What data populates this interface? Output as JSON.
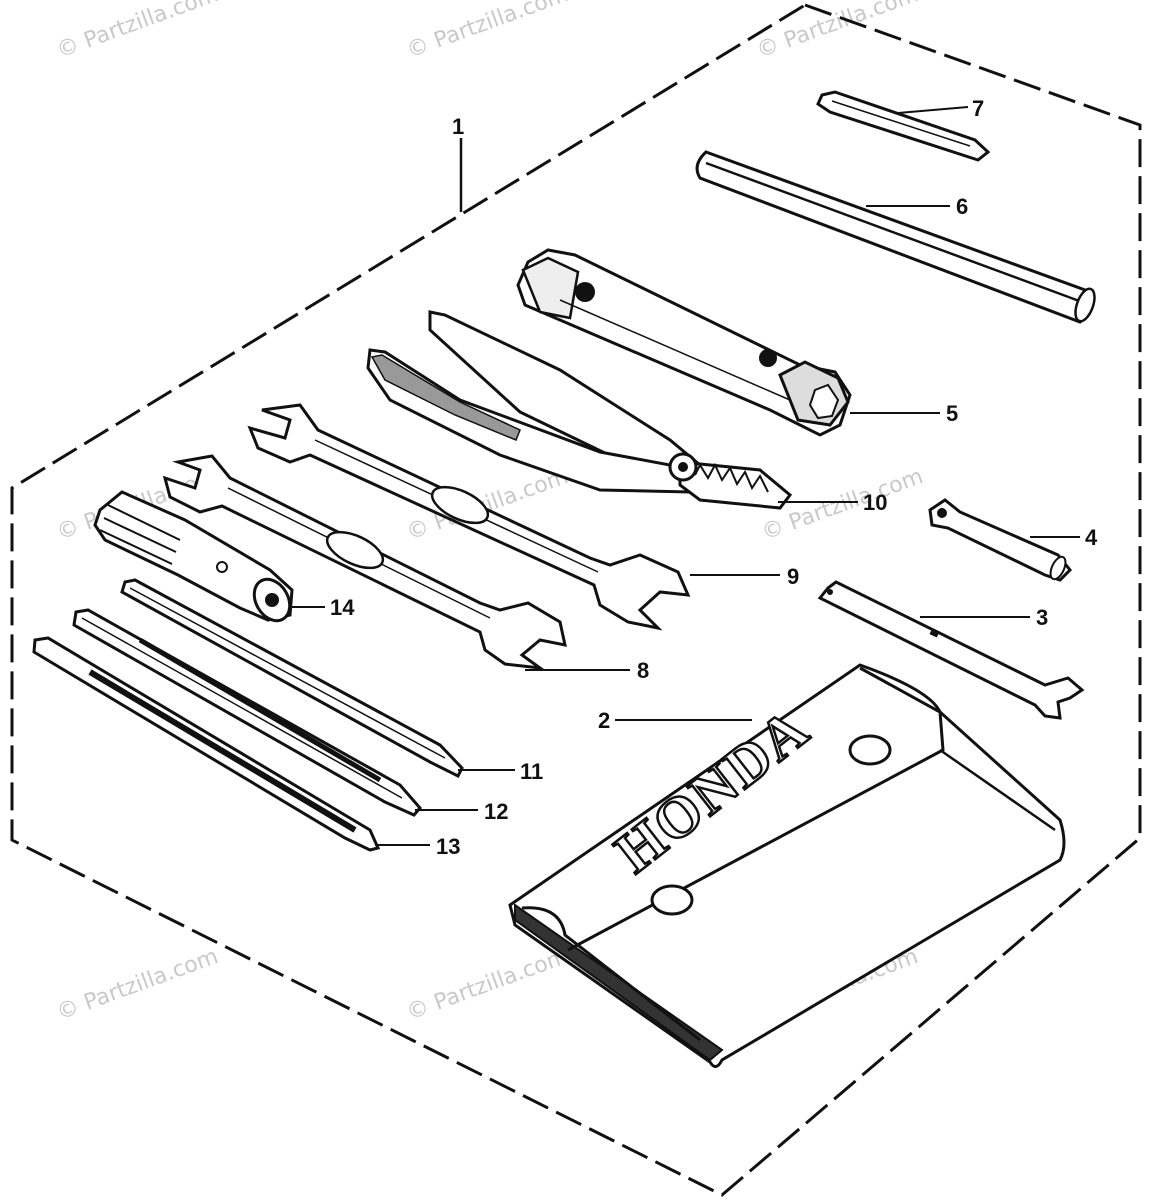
{
  "watermark": "© Partzilla.com",
  "pouch_brand": "HONDA",
  "callouts": {
    "c1": "1",
    "c2": "2",
    "c3": "3",
    "c4": "4",
    "c5": "5",
    "c6": "6",
    "c7": "7",
    "c8": "8",
    "c9": "9",
    "c10": "10",
    "c11": "11",
    "c12": "12",
    "c13": "13",
    "c14": "14"
  },
  "colors": {
    "ink": "#111111",
    "paper": "#ffffff",
    "watermark": "#c9c9c9"
  }
}
